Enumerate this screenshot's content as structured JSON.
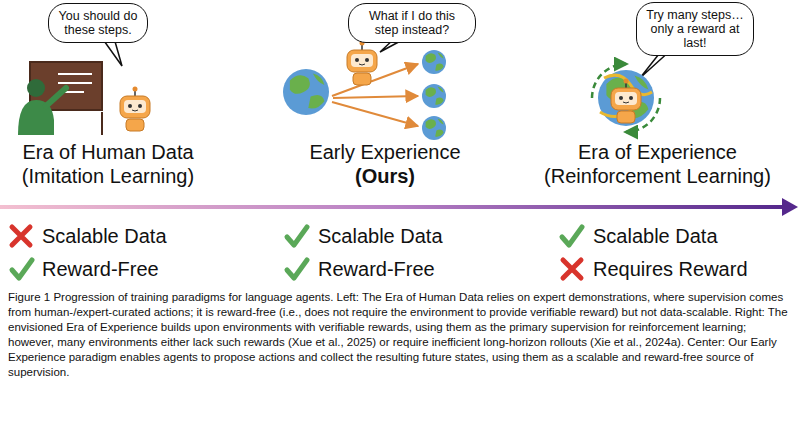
{
  "diagram": {
    "caption": "Figure 1 Progression of training paradigms for language agents. Left: The Era of Human Data relies on expert demonstrations, where supervision comes from human-/expert-curated actions; it is reward-free (i.e., does not require the environment to provide verifiable reward) but not data-scalable. Right: The envisioned Era of Experience builds upon environments with verifiable rewards, using them as the primary supervision for reinforcement learning; however, many environments either lack such rewards (Xue et al., 2025) or require inefficient long-horizon rollouts (Xie et al., 2024a). Center: Our Early Experience paradigm enables agents to propose actions and collect the resulting future states, using them as a scalable and reward-free source of supervision.",
    "nodes": [
      {
        "text": [
          "You should do these steps."
        ]
      },
      {
        "text": [
          "What if I do this step instead?"
        ]
      },
      {
        "text": [
          "Try many steps… only a reward at last!"
        ]
      }
    ],
    "labels": [
      "Era of Human Data (Imitation Learning)",
      "Early Experience",
      "(Ours)",
      "Era of Experience (Reinforcement Learning)",
      "Scalable Data",
      "Reward-Free",
      "Scalable Data",
      "Reward-Free",
      "Scalable Data",
      "Requires Reward"
    ]
  }
}
